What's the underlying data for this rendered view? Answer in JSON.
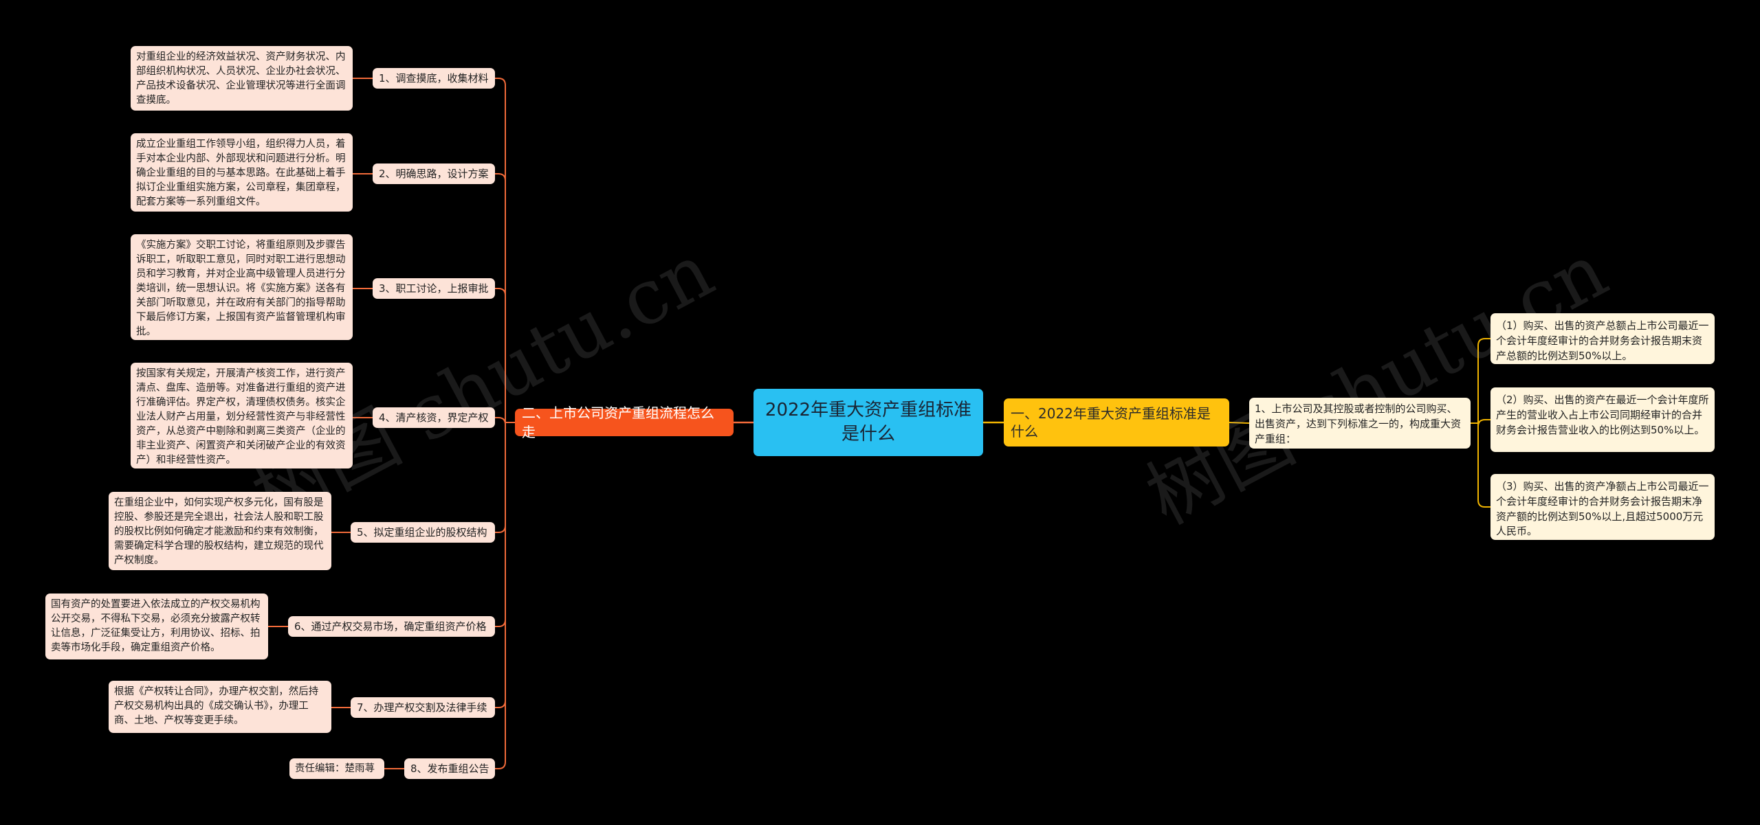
{
  "root": {
    "title": "2022年重大资产重组标准是什么"
  },
  "left_branch": {
    "title": "二、上市公司资产重组流程怎么走",
    "steps": [
      {
        "label": "1、调查摸底，收集材料",
        "detail": "对重组企业的经济效益状况、资产财务状况、内部组织机构状况、人员状况、企业办社会状况、产品技术设备状况、企业管理状况等进行全面调查摸底。"
      },
      {
        "label": "2、明确思路，设计方案",
        "detail": "成立企业重组工作领导小组，组织得力人员，着手对本企业内部、外部现状和问题进行分析。明确企业重组的目的与基本思路。在此基础上着手拟订企业重组实施方案，公司章程，集团章程，配套方案等一系列重组文件。"
      },
      {
        "label": "3、职工讨论，上报审批",
        "detail": "《实施方案》交职工讨论，将重组原则及步骤告诉职工，听取职工意见，同时对职工进行思想动员和学习教育，并对企业高中级管理人员进行分类培训，统一思想认识。将《实施方案》送各有关部门听取意见，并在政府有关部门的指导帮助下最后修订方案，上报国有资产监督管理机构审批。"
      },
      {
        "label": "4、清产核资，界定产权",
        "detail": "按国家有关规定，开展清产核资工作，进行资产清点、盘库、造册等。对准备进行重组的资产进行准确评估。界定产权，清理债权债务。核实企业法人财产占用量，划分经营性资产与非经营性资产，从总资产中剔除和剥离三类资产（企业的非主业资产、闲置资产和关闭破产企业的有效资产）和非经营性资产。"
      },
      {
        "label": "5、拟定重组企业的股权结构",
        "detail": "在重组企业中，如何实现产权多元化，国有股是控股、参股还是完全退出，社会法人股和职工股的股权比例如何确定才能激励和约束有效制衡，需要确定科学合理的股权结构，建立规范的现代产权制度。"
      },
      {
        "label": "6、通过产权交易市场，确定重组资产价格",
        "detail": "国有资产的处置要进入依法成立的产权交易机构公开交易，不得私下交易，必须充分披露产权转让信息，广泛征集受让方，利用协议、招标、拍卖等市场化手段，确定重组资产价格。"
      },
      {
        "label": "7、办理产权交割及法律手续",
        "detail": "根据《产权转让合同》，办理产权交割，然后持产权交易机构出具的《成交确认书》，办理工商、土地、产权等变更手续。"
      },
      {
        "label": "8、发布重组公告",
        "detail": "责任编辑：楚雨荨"
      }
    ]
  },
  "right_branch": {
    "title": "一、2022年重大资产重组标准是什么",
    "sub": "1、上市公司及其控股或者控制的公司购买、出售资产，达到下列标准之一的，构成重大资产重组：",
    "items": [
      "（1）购买、出售的资产总额占上市公司最近一个会计年度经审计的合并财务会计报告期末资产总额的比例达到50%以上。",
      "（2）购买、出售的资产在最近一个会计年度所产生的营业收入占上市公司同期经审计的合并财务会计报告营业收入的比例达到50%以上。",
      "（3）购买、出售的资产净额占上市公司最近一个会计年度经审计的合并财务会计报告期末净资产额的比例达到50%以上,且超过5000万元人民币。"
    ]
  },
  "watermarks": [
    "树图 shutu.cn",
    "树图 shutu.cn"
  ],
  "colors": {
    "root": "#29c0f2",
    "left_branch": "#f6541d",
    "right_branch": "#ffc20e",
    "left_node": "#fde3d8",
    "right_node": "#fff5dc",
    "left_link": "#f26b3a",
    "right_link": "#f0b400"
  }
}
